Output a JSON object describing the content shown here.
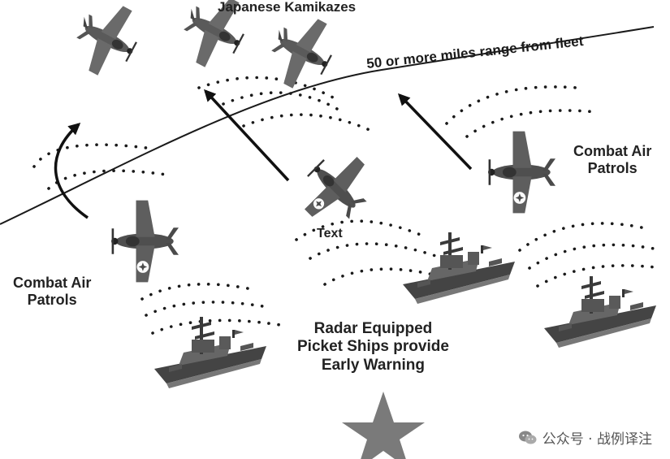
{
  "labels": {
    "kamikazes": "Japanese Kamikazes",
    "range": "50 or more miles range from fleet",
    "cap_left_line1": "Combat Air",
    "cap_left_line2": "Patrols",
    "cap_right_line1": "Combat Air",
    "cap_right_line2": "Patrols",
    "center_plane": "Text",
    "picket_line1": "Radar Equipped",
    "picket_line2": "Picket Ships provide",
    "picket_line3": "Early Warning"
  },
  "watermark": {
    "text": "公众号 · 战例译注",
    "icon": "wechat-icon"
  },
  "colors": {
    "ink": "#222222",
    "plane": "#555555",
    "ship": "#4d4d4d",
    "star": "#7a7a7a"
  }
}
